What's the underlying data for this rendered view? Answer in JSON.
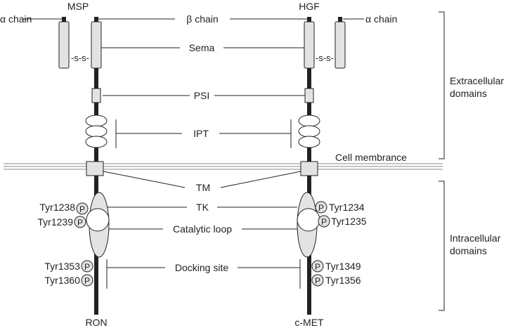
{
  "receptors": {
    "left": {
      "ligand": "MSP",
      "name": "RON",
      "tyr_tk": [
        "Tyr1238",
        "Tyr1239"
      ],
      "tyr_dock": [
        "Tyr1353",
        "Tyr1360"
      ]
    },
    "right": {
      "ligand": "HGF",
      "name": "c-MET",
      "tyr_tk": [
        "Tyr1234",
        "Tyr1235"
      ],
      "tyr_dock": [
        "Tyr1349",
        "Tyr1356"
      ]
    }
  },
  "labels": {
    "alpha_chain": "α chain",
    "beta_chain": "β chain",
    "sema": "Sema",
    "disulfide": "-s-s-",
    "psi": "PSI",
    "ipt": "IPT",
    "membrane": "Cell membrance",
    "tm": "TM",
    "tk": "TK",
    "catalytic_loop": "Catalytic loop",
    "docking_site": "Docking site",
    "phospho": "P"
  },
  "domains": {
    "extracellular": [
      "Extracellular",
      "domains"
    ],
    "intracellular": [
      "Intracellular",
      "domains"
    ]
  },
  "colors": {
    "line": "#222222",
    "fill": "#e3e3e3",
    "membrane": "#888888"
  }
}
